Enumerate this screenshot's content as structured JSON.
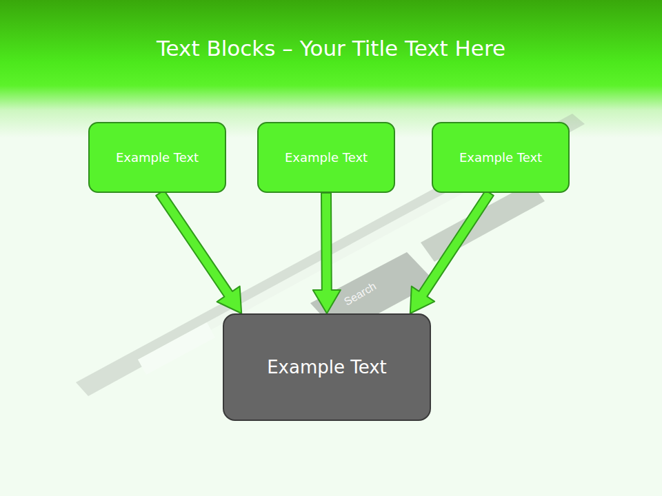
{
  "diagram": {
    "title": "Text Blocks – Your Title Text Here",
    "nodes": [
      {
        "text": [
          "Example Text"
        ]
      },
      {
        "text": [
          "Example Text"
        ]
      },
      {
        "text": [
          "Example Text"
        ]
      },
      {
        "text": [
          "Example Text"
        ]
      }
    ],
    "edges": [
      {
        "from": 0,
        "to": 3,
        "arrow": "to"
      },
      {
        "from": 1,
        "to": 3,
        "arrow": "to"
      },
      {
        "from": 2,
        "to": 3,
        "arrow": "to"
      }
    ],
    "labels": [
      "Search"
    ]
  }
}
